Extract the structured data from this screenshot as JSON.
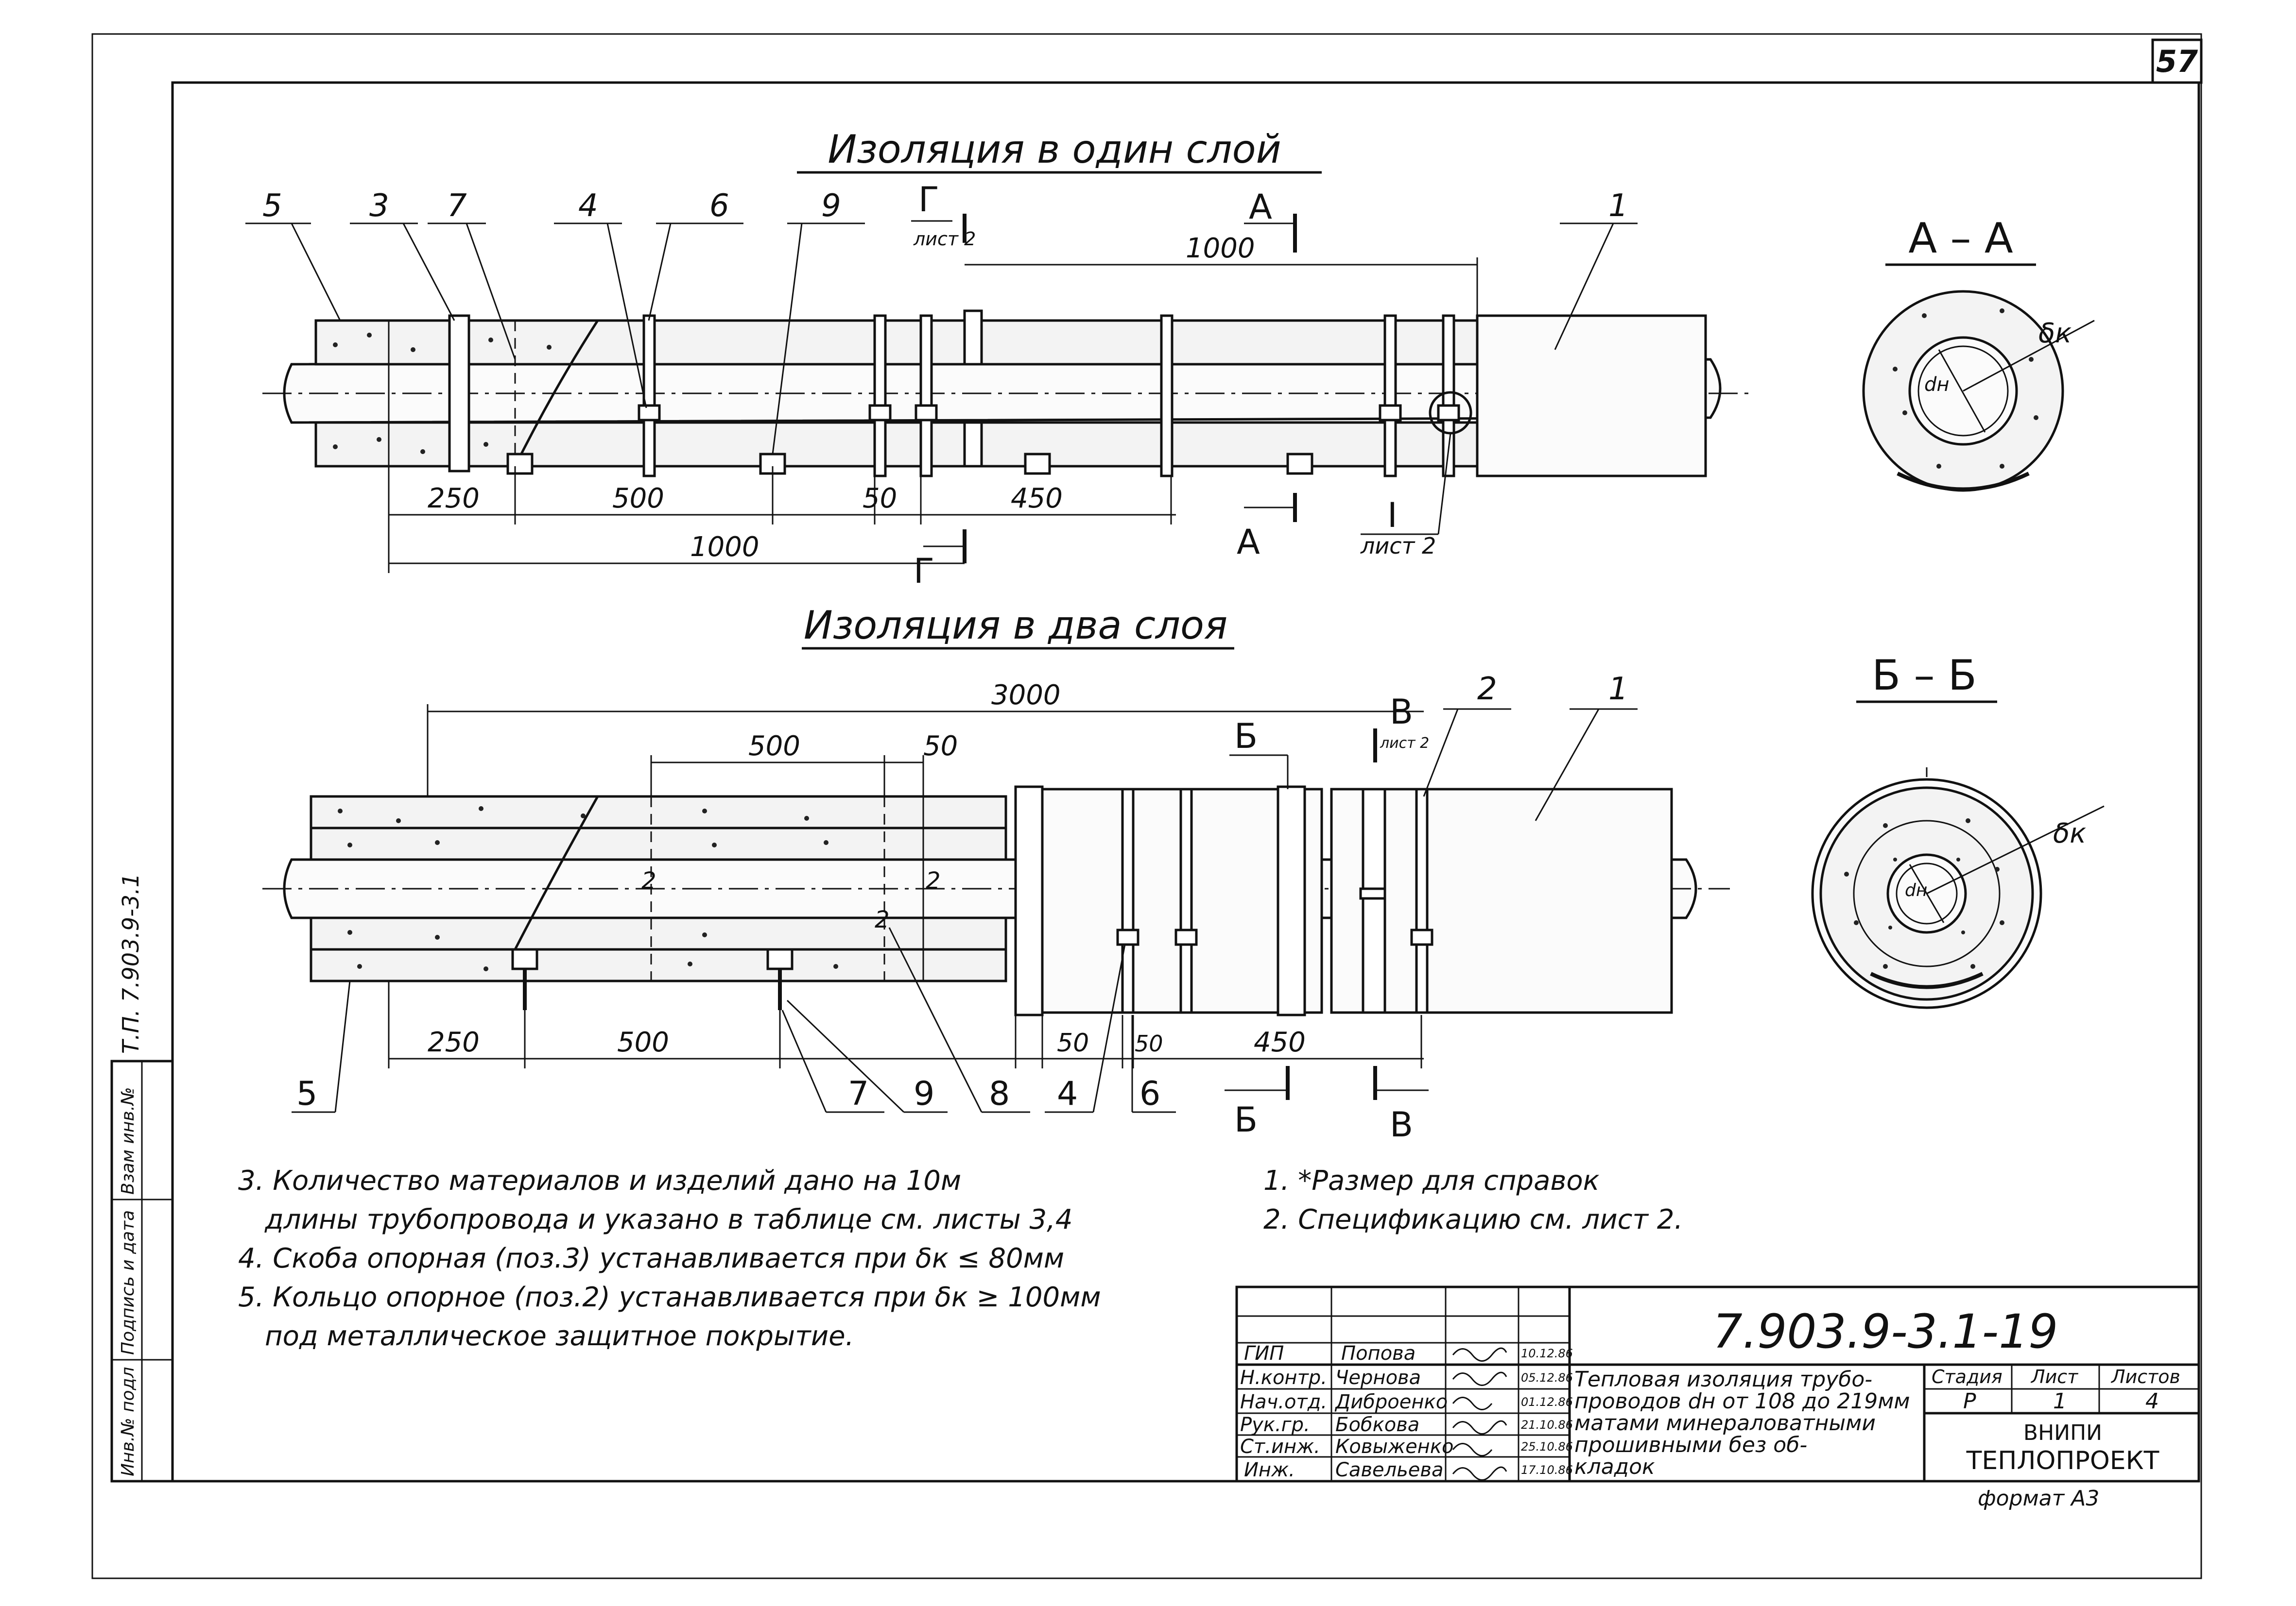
{
  "sheet": {
    "sheet_number": "57",
    "side_stamp": "Т.П. 7.903.9-3.1",
    "side_fields": [
      "Инв.№ подл",
      "Подпись и дата",
      "Взам инв.№"
    ]
  },
  "view_one_layer": {
    "title": "Изоляция в один слой",
    "callouts": [
      "5",
      "3",
      "7",
      "4",
      "6",
      "9",
      "1"
    ],
    "section_marks": {
      "g_top": "Г",
      "g_sheet": "лист 2",
      "g_bottom": "Г",
      "a_top": "А",
      "a_bottom": "А",
      "detail": "I",
      "detail_sheet": "лист 2"
    },
    "dimensions": {
      "top": "1000",
      "d250": "250",
      "d500": "500",
      "d1000": "1000",
      "d50": "50",
      "d450": "450"
    }
  },
  "view_two_layers": {
    "title": "Изоляция в два слоя",
    "callouts_top": [
      "2",
      "1"
    ],
    "callouts_bottom": [
      "5",
      "7",
      "9",
      "8",
      "4",
      "6"
    ],
    "section_marks": {
      "b_top": "Б",
      "b_bottom": "Б",
      "v_top": "В",
      "v_sheet": "лист 2",
      "v_bottom": "В"
    },
    "dimensions": {
      "total": "3000",
      "d500_top": "500",
      "d50_top": "50",
      "d250": "250",
      "d500": "500",
      "d50a": "50",
      "d50b": "50",
      "d450": "450"
    },
    "inner_labels": [
      "2",
      "2",
      "2"
    ]
  },
  "section_aa": {
    "title": "А – А",
    "delta": "δк",
    "dn": "dн"
  },
  "section_bb": {
    "title": "Б – Б",
    "delta": "δк",
    "dn": "dн"
  },
  "notes_left": [
    "3. Количество материалов и изделий дано на 10м",
    "длины трубопровода и указано в таблице см. листы 3,4",
    "4. Скоба опорная (поз.3) устанавливается при δк ≤ 80мм",
    "5. Кольцо опорное (поз.2) устанавливается при δк ≥ 100мм",
    "под металлическое защитное покрытие."
  ],
  "notes_right": [
    "1. *Размер для справок",
    "2. Спецификацию см. лист 2."
  ],
  "title_block": {
    "doc_code": "7.903.9-3.1-19",
    "description": [
      "Тепловая изоляция трубо-",
      "проводов dн от 108 до 219мм",
      "матами минераловатными",
      "прошивными без об-",
      "кладок"
    ],
    "roles": [
      "ГИП",
      "Н.контр.",
      "Нач.отд.",
      "Рук.гр.",
      "Ст.инж.",
      "Инж."
    ],
    "names": [
      "Попова",
      "Чернова",
      "Диброенко",
      "Бобкова",
      "Ковыженко",
      "Савельева"
    ],
    "dates": [
      "10.12.86",
      "05.12.86",
      "01.12.86",
      "21.10.86",
      "25.10.86",
      "17.10.86"
    ],
    "stage_label": "Стадия",
    "sheet_label": "Лист",
    "sheets_label": "Листов",
    "stage": "Р",
    "sheet": "1",
    "sheets": "4",
    "org_line1": "ВНИПИ",
    "org_line2": "ТЕПЛОПРОЕКТ",
    "format": "формат А3"
  }
}
